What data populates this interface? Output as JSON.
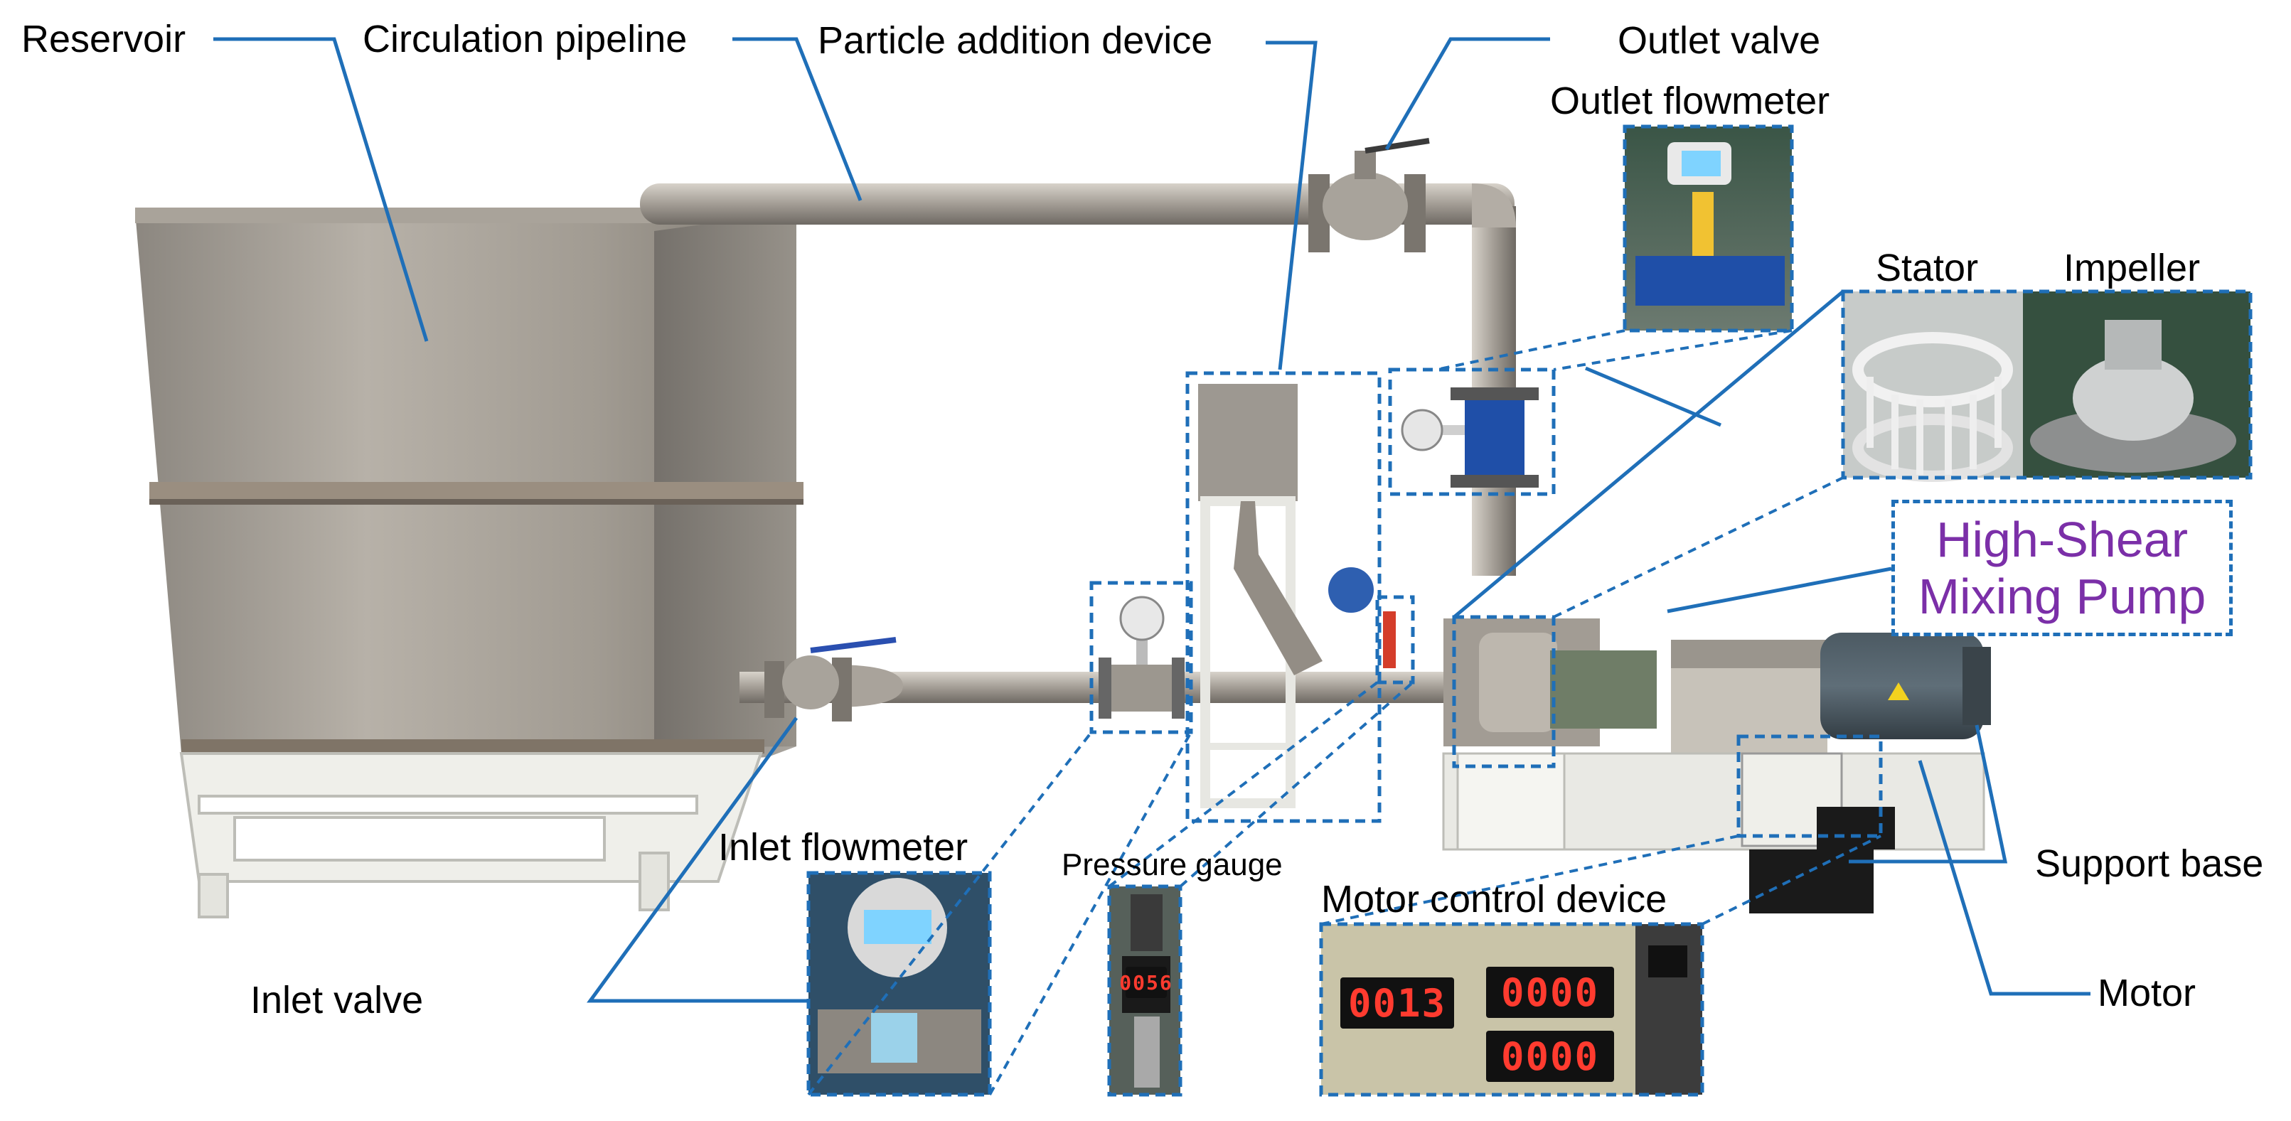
{
  "colors": {
    "leader": "#1f6fb8",
    "accent_text": "#7b2fa8",
    "display_red": "#ff3b2f",
    "lcd": "#7fd3ff"
  },
  "labels": {
    "reservoir": "Reservoir",
    "circulation_pipeline": "Circulation pipeline",
    "particle_addition_device": "Particle addition device",
    "outlet_valve": "Outlet valve",
    "outlet_flowmeter": "Outlet flowmeter",
    "stator": "Stator",
    "impeller": "Impeller",
    "high_shear_line1": "High-Shear",
    "high_shear_line2": "Mixing Pump",
    "inlet_flowmeter": "Inlet flowmeter",
    "pressure_gauge": "Pressure gauge",
    "motor_control_device": "Motor control device",
    "support_base": "Support base",
    "motor": "Motor",
    "inlet_valve": "Inlet valve"
  },
  "displays": {
    "pressure_gauge_reading": "0056",
    "motor_control_left": "0013",
    "motor_control_right_top": "0000",
    "motor_control_right_bottom": "0000"
  }
}
